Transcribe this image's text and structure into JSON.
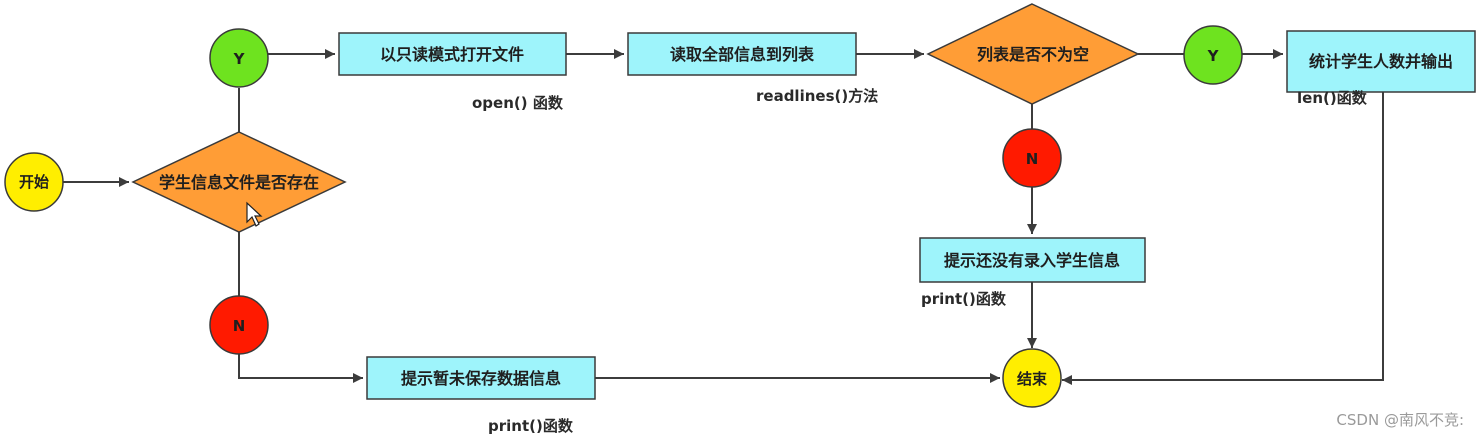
{
  "colors": {
    "process_fill": "#9ef4fb",
    "process_stroke": "#3a3a3a",
    "decision_fill": "#ff9d36",
    "yes_fill": "#6ee31f",
    "no_fill": "#ff1a00",
    "terminal_fill": "#ffee00",
    "edge": "#3c3c3c"
  },
  "nodes": {
    "start": "开始",
    "decision_file_exists": "学生信息文件是否存在",
    "yes_top": "Y",
    "no_bottom": "N",
    "open_readonly": "以只读模式打开文件",
    "read_all_to_list": "读取全部信息到列表",
    "decision_list_not_empty": "列表是否不为空",
    "yes_right": "Y",
    "count_and_output": "统计学生人数并输出",
    "no_right": "N",
    "hint_no_records": "提示还没有录入学生信息",
    "hint_not_saved": "提示暂未保存数据信息",
    "end": "结束"
  },
  "annotations": {
    "open_fn": "open() 函数",
    "readlines_method": "readlines()方法",
    "len_fn": "len()函数",
    "print_fn_right": "print()函数",
    "print_fn_bottom": "print()函数"
  },
  "watermark": "CSDN @南风不竞:",
  "icons": {
    "cursor": "mouse-cursor-icon"
  }
}
